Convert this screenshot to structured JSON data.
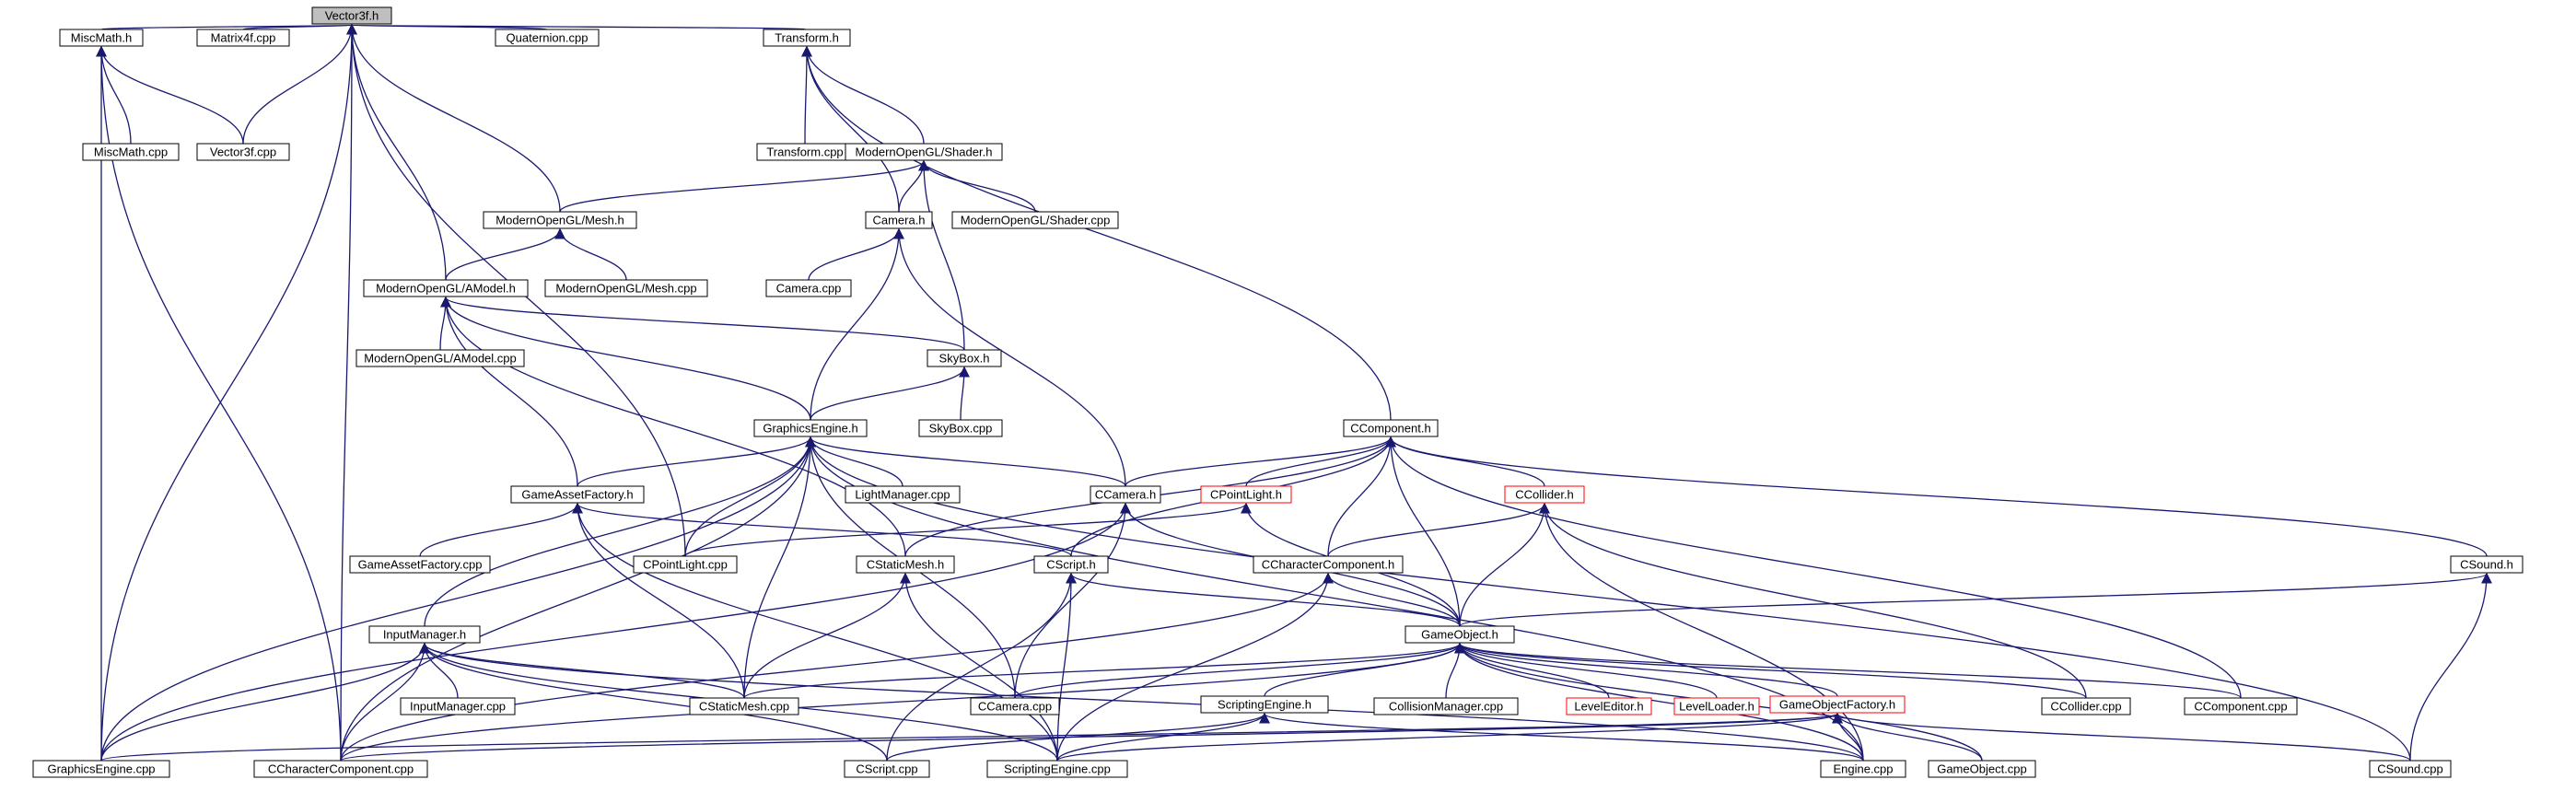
{
  "graph": {
    "colors": {
      "edge": "#191970",
      "root_fill": "#bfbfbf",
      "truncated_border": "#ff0000",
      "node_border": "#000000",
      "background": "#ffffff"
    },
    "nodes": [
      {
        "id": "vector3f_h",
        "label": "Vector3f.h",
        "root": true
      },
      {
        "id": "miscmath_h",
        "label": "MiscMath.h"
      },
      {
        "id": "matrix4f_cpp",
        "label": "Matrix4f.cpp"
      },
      {
        "id": "quaternion_cpp",
        "label": "Quaternion.cpp"
      },
      {
        "id": "transform_h",
        "label": "Transform.h"
      },
      {
        "id": "miscmath_cpp",
        "label": "MiscMath.cpp"
      },
      {
        "id": "vector3f_cpp",
        "label": "Vector3f.cpp"
      },
      {
        "id": "transform_cpp",
        "label": "Transform.cpp"
      },
      {
        "id": "shader_h",
        "label": "ModernOpenGL/Shader.h"
      },
      {
        "id": "mesh_h",
        "label": "ModernOpenGL/Mesh.h"
      },
      {
        "id": "camera_h",
        "label": "Camera.h"
      },
      {
        "id": "shader_cpp",
        "label": "ModernOpenGL/Shader.cpp"
      },
      {
        "id": "amodel_h",
        "label": "ModernOpenGL/AModel.h"
      },
      {
        "id": "mesh_cpp",
        "label": "ModernOpenGL/Mesh.cpp"
      },
      {
        "id": "camera_cpp",
        "label": "Camera.cpp"
      },
      {
        "id": "amodel_cpp",
        "label": "ModernOpenGL/AModel.cpp"
      },
      {
        "id": "skybox_h",
        "label": "SkyBox.h"
      },
      {
        "id": "skybox_cpp",
        "label": "SkyBox.cpp"
      },
      {
        "id": "graphicsengine_h",
        "label": "GraphicsEngine.h"
      },
      {
        "id": "ccomponent_h",
        "label": "CComponent.h"
      },
      {
        "id": "gameassetfactory_h",
        "label": "GameAssetFactory.h"
      },
      {
        "id": "lightmanager_cpp",
        "label": "LightManager.cpp"
      },
      {
        "id": "ccamera_h",
        "label": "CCamera.h"
      },
      {
        "id": "cpointlight_h",
        "label": "CPointLight.h",
        "truncated": true
      },
      {
        "id": "ccollider_h",
        "label": "CCollider.h",
        "truncated": true
      },
      {
        "id": "gameassetfactory_cpp",
        "label": "GameAssetFactory.cpp"
      },
      {
        "id": "cpointlight_cpp",
        "label": "CPointLight.cpp"
      },
      {
        "id": "cstaticmesh_h",
        "label": "CStaticMesh.h"
      },
      {
        "id": "cscript_h",
        "label": "CScript.h"
      },
      {
        "id": "ccharactercomponent_h",
        "label": "CCharacterComponent.h"
      },
      {
        "id": "csound_h",
        "label": "CSound.h"
      },
      {
        "id": "inputmanager_h",
        "label": "InputManager.h"
      },
      {
        "id": "gameobject_h",
        "label": "GameObject.h"
      },
      {
        "id": "inputmanager_cpp",
        "label": "InputManager.cpp"
      },
      {
        "id": "cstaticmesh_cpp",
        "label": "CStaticMesh.cpp"
      },
      {
        "id": "ccamera_cpp",
        "label": "CCamera.cpp"
      },
      {
        "id": "scriptingengine_h",
        "label": "ScriptingEngine.h"
      },
      {
        "id": "collisionmanager_cpp",
        "label": "CollisionManager.cpp"
      },
      {
        "id": "leveleditor_h",
        "label": "LevelEditor.h",
        "truncated": true
      },
      {
        "id": "levelloader_h",
        "label": "LevelLoader.h",
        "truncated": true
      },
      {
        "id": "gameobjectfactory_h",
        "label": "GameObjectFactory.h",
        "truncated": true
      },
      {
        "id": "ccollider_cpp",
        "label": "CCollider.cpp"
      },
      {
        "id": "ccomponent_cpp",
        "label": "CComponent.cpp"
      },
      {
        "id": "graphicsengine_cpp",
        "label": "GraphicsEngine.cpp"
      },
      {
        "id": "ccharactercomponent_cpp",
        "label": "CCharacterComponent.cpp"
      },
      {
        "id": "cscript_cpp",
        "label": "CScript.cpp"
      },
      {
        "id": "scriptingengine_cpp",
        "label": "ScriptingEngine.cpp"
      },
      {
        "id": "engine_cpp",
        "label": "Engine.cpp"
      },
      {
        "id": "gameobject_cpp",
        "label": "GameObject.cpp"
      },
      {
        "id": "csound_cpp",
        "label": "CSound.cpp"
      }
    ],
    "edges": [
      [
        "miscmath_h",
        "vector3f_h"
      ],
      [
        "matrix4f_cpp",
        "vector3f_h"
      ],
      [
        "quaternion_cpp",
        "vector3f_h"
      ],
      [
        "transform_h",
        "vector3f_h"
      ],
      [
        "vector3f_cpp",
        "vector3f_h"
      ],
      [
        "graphicsengine_cpp",
        "vector3f_h"
      ],
      [
        "mesh_h",
        "vector3f_h"
      ],
      [
        "amodel_h",
        "vector3f_h"
      ],
      [
        "ccharactercomponent_cpp",
        "vector3f_h"
      ],
      [
        "cpointlight_cpp",
        "vector3f_h"
      ],
      [
        "miscmath_cpp",
        "miscmath_h"
      ],
      [
        "vector3f_cpp",
        "miscmath_h"
      ],
      [
        "graphicsengine_cpp",
        "miscmath_h"
      ],
      [
        "ccharactercomponent_cpp",
        "miscmath_h"
      ],
      [
        "transform_cpp",
        "transform_h"
      ],
      [
        "shader_h",
        "transform_h"
      ],
      [
        "camera_h",
        "transform_h"
      ],
      [
        "ccomponent_h",
        "transform_h"
      ],
      [
        "mesh_h",
        "shader_h"
      ],
      [
        "camera_h",
        "shader_h"
      ],
      [
        "shader_cpp",
        "shader_h"
      ],
      [
        "skybox_h",
        "shader_h"
      ],
      [
        "amodel_h",
        "mesh_h"
      ],
      [
        "mesh_cpp",
        "mesh_h"
      ],
      [
        "camera_cpp",
        "camera_h"
      ],
      [
        "graphicsengine_h",
        "camera_h"
      ],
      [
        "ccamera_h",
        "camera_h"
      ],
      [
        "amodel_cpp",
        "amodel_h"
      ],
      [
        "skybox_h",
        "amodel_h"
      ],
      [
        "graphicsengine_h",
        "amodel_h"
      ],
      [
        "gameassetfactory_h",
        "amodel_h"
      ],
      [
        "cstaticmesh_h",
        "amodel_h"
      ],
      [
        "skybox_cpp",
        "skybox_h"
      ],
      [
        "graphicsengine_h",
        "skybox_h"
      ],
      [
        "gameassetfactory_h",
        "graphicsengine_h"
      ],
      [
        "lightmanager_cpp",
        "graphicsengine_h"
      ],
      [
        "ccamera_h",
        "graphicsengine_h"
      ],
      [
        "cpointlight_cpp",
        "graphicsengine_h"
      ],
      [
        "cstaticmesh_cpp",
        "graphicsengine_h"
      ],
      [
        "graphicsengine_cpp",
        "graphicsengine_h"
      ],
      [
        "ccharactercomponent_cpp",
        "graphicsengine_h"
      ],
      [
        "inputmanager_h",
        "graphicsengine_h"
      ],
      [
        "ccamera_cpp",
        "graphicsengine_h"
      ],
      [
        "engine_cpp",
        "graphicsengine_h"
      ],
      [
        "csound_cpp",
        "graphicsengine_h"
      ],
      [
        "ccamera_h",
        "ccomponent_h"
      ],
      [
        "cpointlight_h",
        "ccomponent_h"
      ],
      [
        "ccollider_h",
        "ccomponent_h"
      ],
      [
        "cstaticmesh_h",
        "ccomponent_h"
      ],
      [
        "cscript_h",
        "ccomponent_h"
      ],
      [
        "ccharactercomponent_h",
        "ccomponent_h"
      ],
      [
        "gameobject_h",
        "ccomponent_h"
      ],
      [
        "csound_h",
        "ccomponent_h"
      ],
      [
        "ccomponent_cpp",
        "ccomponent_h"
      ],
      [
        "gameassetfactory_cpp",
        "gameassetfactory_h"
      ],
      [
        "cstaticmesh_cpp",
        "gameassetfactory_h"
      ],
      [
        "cscript_h",
        "gameassetfactory_h"
      ],
      [
        "scriptingengine_cpp",
        "gameassetfactory_h"
      ],
      [
        "ccamera_cpp",
        "ccamera_h"
      ],
      [
        "gameobject_h",
        "ccamera_h"
      ],
      [
        "graphicsengine_cpp",
        "ccamera_h"
      ],
      [
        "gameobject_h",
        "cpointlight_h"
      ],
      [
        "cpointlight_cpp",
        "cpointlight_h"
      ],
      [
        "ccharactercomponent_h",
        "ccollider_h"
      ],
      [
        "gameobject_h",
        "ccollider_h"
      ],
      [
        "ccollider_cpp",
        "ccollider_h"
      ],
      [
        "engine_cpp",
        "ccollider_h"
      ],
      [
        "cstaticmesh_cpp",
        "cstaticmesh_h"
      ],
      [
        "scriptingengine_cpp",
        "cstaticmesh_h"
      ],
      [
        "cscript_cpp",
        "cscript_h"
      ],
      [
        "scriptingengine_cpp",
        "cscript_h"
      ],
      [
        "gameobject_h",
        "cscript_h"
      ],
      [
        "gameobject_h",
        "ccharactercomponent_h"
      ],
      [
        "ccharactercomponent_cpp",
        "ccharactercomponent_h"
      ],
      [
        "scriptingengine_cpp",
        "ccharactercomponent_h"
      ],
      [
        "gameobject_h",
        "csound_h"
      ],
      [
        "csound_cpp",
        "csound_h"
      ],
      [
        "inputmanager_cpp",
        "inputmanager_h"
      ],
      [
        "graphicsengine_cpp",
        "inputmanager_h"
      ],
      [
        "ccharactercomponent_cpp",
        "inputmanager_h"
      ],
      [
        "cstaticmesh_cpp",
        "inputmanager_h"
      ],
      [
        "cscript_cpp",
        "inputmanager_h"
      ],
      [
        "scriptingengine_cpp",
        "inputmanager_h"
      ],
      [
        "engine_cpp",
        "inputmanager_h"
      ],
      [
        "cstaticmesh_cpp",
        "gameobject_h"
      ],
      [
        "ccamera_cpp",
        "gameobject_h"
      ],
      [
        "scriptingengine_h",
        "gameobject_h"
      ],
      [
        "collisionmanager_cpp",
        "gameobject_h"
      ],
      [
        "leveleditor_h",
        "gameobject_h"
      ],
      [
        "levelloader_h",
        "gameobject_h"
      ],
      [
        "gameobjectfactory_h",
        "gameobject_h"
      ],
      [
        "ccollider_cpp",
        "gameobject_h"
      ],
      [
        "ccomponent_cpp",
        "gameobject_h"
      ],
      [
        "engine_cpp",
        "gameobject_h"
      ],
      [
        "gameobject_cpp",
        "gameobject_h"
      ],
      [
        "ccharactercomponent_cpp",
        "gameobject_h"
      ],
      [
        "cscript_cpp",
        "scriptingengine_h"
      ],
      [
        "scriptingengine_cpp",
        "scriptingengine_h"
      ],
      [
        "engine_cpp",
        "scriptingengine_h"
      ],
      [
        "graphicsengine_cpp",
        "gameobjectfactory_h"
      ],
      [
        "ccharactercomponent_cpp",
        "gameobjectfactory_h"
      ],
      [
        "scriptingengine_cpp",
        "gameobjectfactory_h"
      ],
      [
        "engine_cpp",
        "gameobjectfactory_h"
      ],
      [
        "gameobject_cpp",
        "gameobjectfactory_h"
      ],
      [
        "csound_cpp",
        "gameobjectfactory_h"
      ]
    ]
  }
}
